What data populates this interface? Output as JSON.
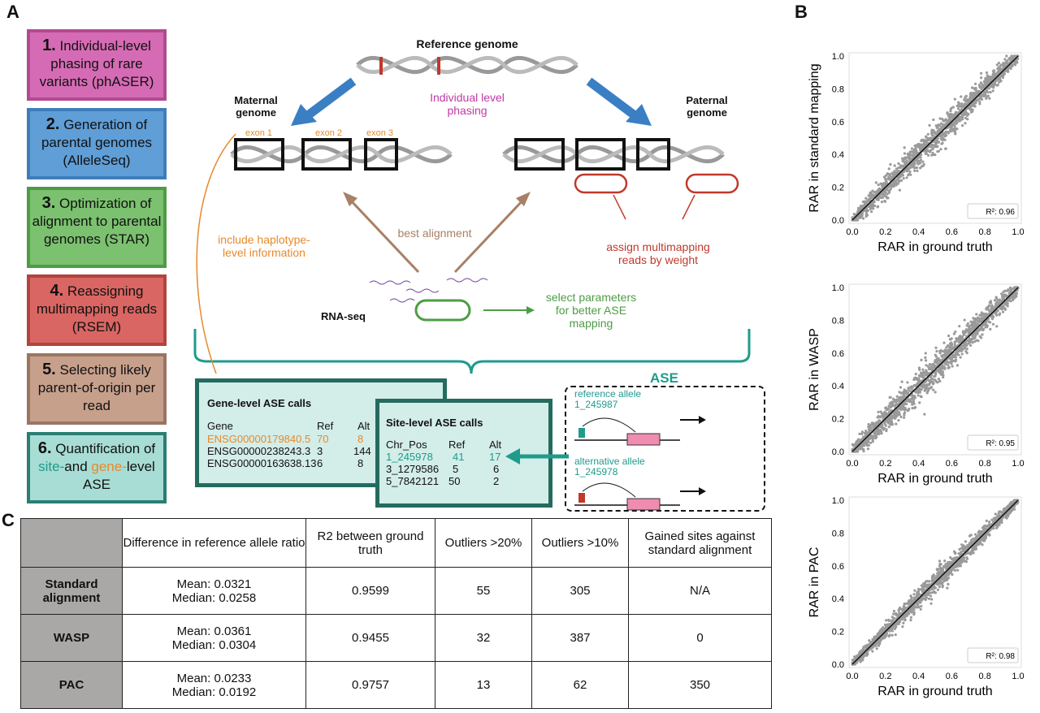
{
  "panels": {
    "a": "A",
    "b": "B",
    "c": "C"
  },
  "steps": [
    {
      "num": "1.",
      "text": "Individual-level phasing of rare variants (phASER)"
    },
    {
      "num": "2.",
      "text": "Generation of parental genomes (AlleleSeq)"
    },
    {
      "num": "3.",
      "text": "Optimization of alignment to parental genomes (STAR)"
    },
    {
      "num": "4.",
      "text": "Reassigning multimapping reads (RSEM)"
    },
    {
      "num": "5.",
      "text": "Selecting likely parent-of-origin per read"
    },
    {
      "num": "6.",
      "text_a": "Quantification of",
      "site": "site-",
      "and": "and",
      "gene": "gene-",
      "text_b": "level ASE"
    }
  ],
  "schematic": {
    "reference_genome": "Reference genome",
    "maternal_genome": "Maternal genome",
    "paternal_genome": "Paternal genome",
    "individual_phasing": "Individual level phasing",
    "exon1": "exon 1",
    "exon2": "exon 2",
    "exon3": "exon 3",
    "best_alignment": "best alignment",
    "include_haplotype": "include haplotype-level information",
    "assign_multimapping": "assign multimapping reads by weight",
    "rna_seq": "RNA-seq",
    "select_parameters": "select parameters for better ASE mapping",
    "ase": "ASE",
    "reference_allele": "reference allele",
    "reference_allele_pos": "1_245987",
    "alternative_allele": "alternative allele",
    "alternative_allele_pos": "1_245978"
  },
  "gene_table": {
    "title": "Gene-level ASE calls",
    "headers": [
      "Gene",
      "Ref",
      "Alt"
    ],
    "rows": [
      [
        "ENSG00000179840.5",
        "70",
        "8"
      ],
      [
        "ENSG00000238243.3",
        "3",
        "144"
      ],
      [
        "ENSG00000163638.13",
        "6",
        "8"
      ]
    ]
  },
  "site_table": {
    "title": "Site-level ASE calls",
    "headers": [
      "Chr_Pos",
      "Ref",
      "Alt"
    ],
    "rows": [
      [
        "1_245978",
        "41",
        "17"
      ],
      [
        "3_1279586",
        "5",
        "6"
      ],
      [
        "5_7842121",
        "50",
        "2"
      ]
    ]
  },
  "results_table": {
    "headers": [
      "",
      "Difference in reference allele ratio",
      "R2 between ground truth",
      "Outliers >20%",
      "Outliers >10%",
      "Gained sites against standard alignment"
    ],
    "rows": [
      {
        "name": "Standard alignment",
        "mean": "Mean: 0.0321",
        "median": "Median: 0.0258",
        "r2": "0.9599",
        "o20": "55",
        "o10": "305",
        "gained": "N/A"
      },
      {
        "name": "WASP",
        "mean": "Mean: 0.0361",
        "median": "Median: 0.0304",
        "r2": "0.9455",
        "o20": "32",
        "o10": "387",
        "gained": "0"
      },
      {
        "name": "PAC",
        "mean": "Mean: 0.0233",
        "median": "Median: 0.0192",
        "r2": "0.9757",
        "o20": "13",
        "o10": "62",
        "gained": "350"
      }
    ]
  },
  "colors": {
    "orange": "#e8892b",
    "teal": "#1f9b8c",
    "green": "#4e9c45",
    "red": "#c0392b",
    "blue": "#3a7fc4",
    "magenta": "#c03aa6",
    "brown": "#a88066"
  },
  "chart_data": [
    {
      "type": "scatter",
      "ylabel": "RAR in standard mapping",
      "xlabel": "RAR in ground truth",
      "xlim": [
        0,
        1
      ],
      "ylim": [
        0,
        1
      ],
      "xticks": [
        "0.0",
        "0.2",
        "0.4",
        "0.6",
        "0.8",
        "1.0"
      ],
      "yticks": [
        "0.0",
        "0.2",
        "0.4",
        "0.6",
        "0.8",
        "1.0"
      ],
      "annotation": "R²: 0.96",
      "fit_line": [
        [
          0,
          0
        ],
        [
          1,
          1
        ]
      ],
      "r2": 0.96
    },
    {
      "type": "scatter",
      "ylabel": "RAR in WASP",
      "xlabel": "RAR in ground truth",
      "xlim": [
        0,
        1
      ],
      "ylim": [
        0,
        1
      ],
      "xticks": [
        "0.0",
        "0.2",
        "0.4",
        "0.6",
        "0.8",
        "1.0"
      ],
      "yticks": [
        "0.0",
        "0.2",
        "0.4",
        "0.6",
        "0.8",
        "1.0"
      ],
      "annotation": "R²: 0.95",
      "fit_line": [
        [
          0,
          0
        ],
        [
          1,
          1
        ]
      ],
      "r2": 0.95
    },
    {
      "type": "scatter",
      "ylabel": "RAR in PAC",
      "xlabel": "RAR in ground truth",
      "xlim": [
        0,
        1
      ],
      "ylim": [
        0,
        1
      ],
      "xticks": [
        "0.0",
        "0.2",
        "0.4",
        "0.6",
        "0.8",
        "1.0"
      ],
      "yticks": [
        "0.0",
        "0.2",
        "0.4",
        "0.6",
        "0.8",
        "1.0"
      ],
      "annotation": "R²: 0.98",
      "fit_line": [
        [
          0,
          0
        ],
        [
          1,
          1
        ]
      ],
      "r2": 0.98
    }
  ]
}
